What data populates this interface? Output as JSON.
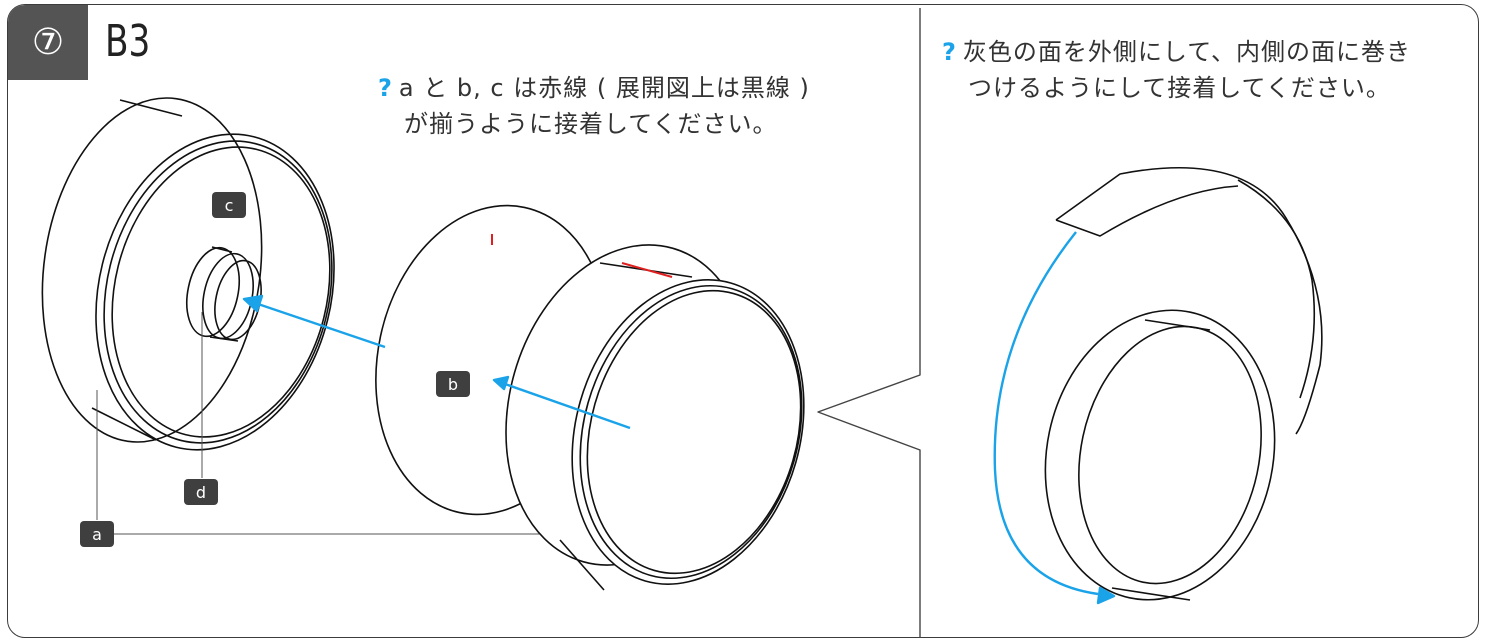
{
  "step": {
    "number": "⑦",
    "title": "B3"
  },
  "notes": {
    "left": {
      "icon": "hint-icon",
      "line1": "a と b, c は赤線 ( 展開図上は黒線 )",
      "line2": "が揃うように接着してください。"
    },
    "right": {
      "icon": "hint-icon",
      "line1": "灰色の面を外側にして、内側の面に巻き",
      "line2": "つけるようにして接着してください。"
    }
  },
  "labels": {
    "a": "a",
    "b": "b",
    "c": "c",
    "d": "d"
  },
  "colors": {
    "arrow": "#1aa3e8",
    "mark": "#e02020",
    "badge": "#545454",
    "label_bg": "#3f3f3f"
  }
}
